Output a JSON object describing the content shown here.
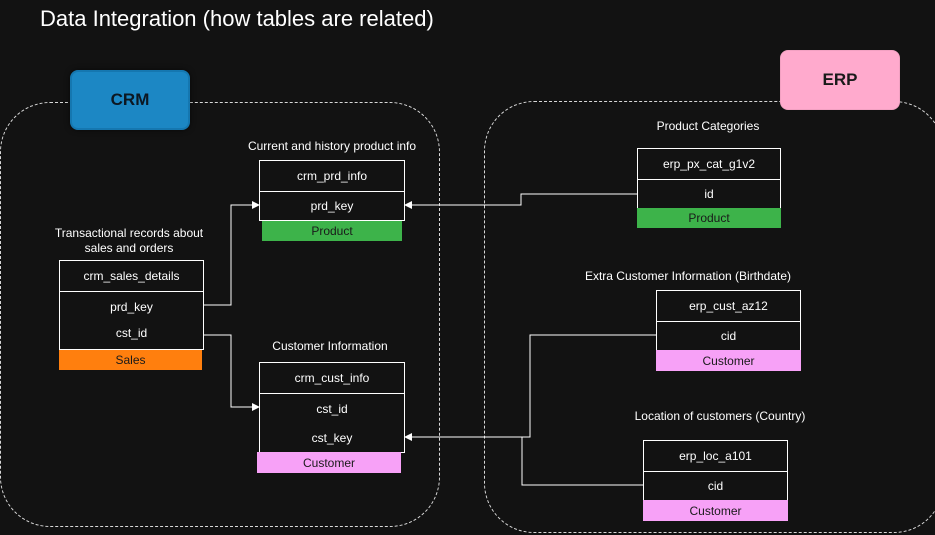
{
  "title": "Data Integration (how tables are related)",
  "systems": {
    "crm": {
      "label": "CRM",
      "color": "#1c87c4"
    },
    "erp": {
      "label": "ERP",
      "color": "#ffaacd"
    }
  },
  "tag_colors": {
    "Product": "#3db34a",
    "Sales": "#ff7f0e",
    "Customer": "#f7a1f7"
  },
  "tables": {
    "crm_sales_details": {
      "caption": "Transactional records about sales and orders",
      "name": "crm_sales_details",
      "fields": [
        "prd_key",
        "cst_id"
      ],
      "tag": "Sales"
    },
    "crm_prd_info": {
      "caption": "Current and history product info",
      "name": "crm_prd_info",
      "fields": [
        "prd_key"
      ],
      "tag": "Product"
    },
    "crm_cust_info": {
      "caption": "Customer Information",
      "name": "crm_cust_info",
      "fields": [
        "cst_id",
        "cst_key"
      ],
      "tag": "Customer"
    },
    "erp_px_cat_g1v2": {
      "caption": "Product Categories",
      "name": "erp_px_cat_g1v2",
      "fields": [
        "id"
      ],
      "tag": "Product"
    },
    "erp_cust_az12": {
      "caption": "Extra Customer Information (Birthdate)",
      "name": "erp_cust_az12",
      "fields": [
        "cid"
      ],
      "tag": "Customer"
    },
    "erp_loc_a101": {
      "caption": "Location of customers (Country)",
      "name": "erp_loc_a101",
      "fields": [
        "cid"
      ],
      "tag": "Customer"
    }
  }
}
